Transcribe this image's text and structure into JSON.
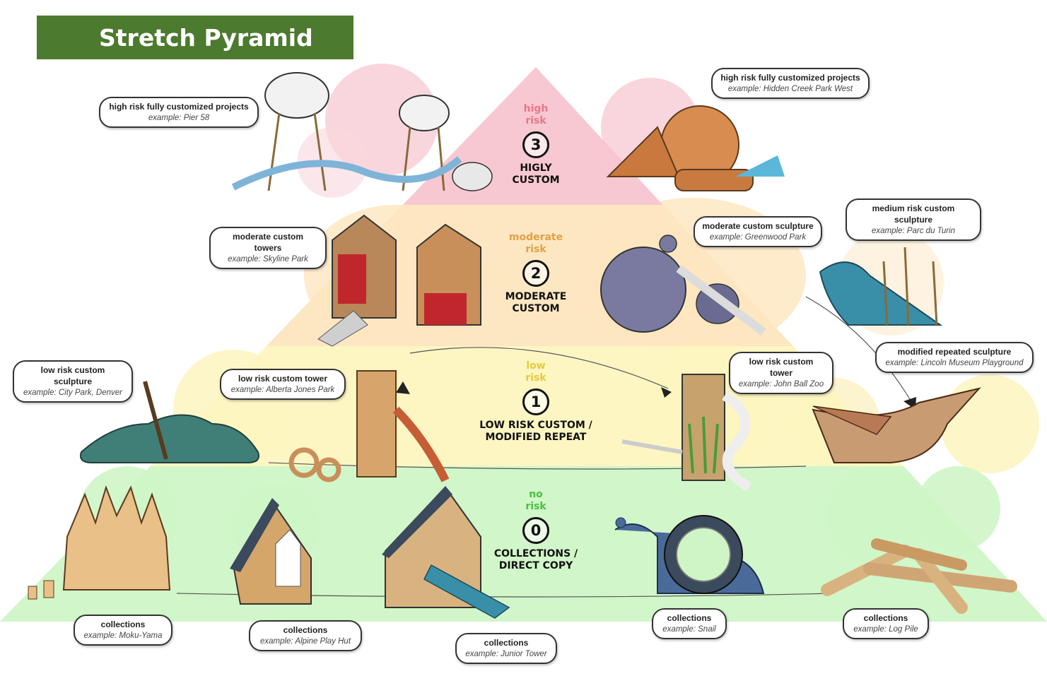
{
  "title": "Stretch Pyramid",
  "colors": {
    "title_bg": "#4c7a2e",
    "high_risk": "#e8788c",
    "moderate_risk": "#e3a043",
    "low_risk": "#e8c93a",
    "no_risk": "#49c23d",
    "tier3_band": "#f7c5cf",
    "tier2_band": "#fde6bf",
    "tier1_band": "#fdf5c0",
    "tier0_band": "#cff5c6"
  },
  "tiers": [
    {
      "risk": "high risk",
      "number": "3",
      "name_line1": "HIGLY",
      "name_line2": "CUSTOM"
    },
    {
      "risk": "moderate risk",
      "number": "2",
      "name_line1": "MODERATE",
      "name_line2": "CUSTOM"
    },
    {
      "risk": "low risk",
      "number": "1",
      "name_line1": "LOW RISK CUSTOM /",
      "name_line2": "MODIFIED REPEAT"
    },
    {
      "risk": "no risk",
      "number": "0",
      "name_line1": "COLLECTIONS /",
      "name_line2": "DIRECT COPY"
    }
  ],
  "callouts": [
    {
      "title": "high risk fully customized projects",
      "example": "example: Pier 58"
    },
    {
      "title": "high risk fully customized projects",
      "example": "example: Hidden Creek Park West"
    },
    {
      "title": "moderate custom towers",
      "example": "example: Skyline Park"
    },
    {
      "title": "moderate custom sculpture",
      "example": "example: Greenwood Park"
    },
    {
      "title": "medium risk custom sculpture",
      "example": "example: Parc du Turin"
    },
    {
      "title": "low risk custom sculpture",
      "example": "example: City Park, Denver"
    },
    {
      "title": "low risk custom tower",
      "example": "example: Alberta Jones Park"
    },
    {
      "title": "low risk custom tower",
      "example": "example: John Ball Zoo"
    },
    {
      "title": "modified repeated sculpture",
      "example": "example: Lincoln Museum Playground"
    },
    {
      "title": "collections",
      "example": "example: Moku-Yama"
    },
    {
      "title": "collections",
      "example": "example: Alpine Play Hut"
    },
    {
      "title": "collections",
      "example": "example: Junior Tower"
    },
    {
      "title": "collections",
      "example": "example: Snail"
    },
    {
      "title": "collections",
      "example": "example: Log Pile"
    }
  ],
  "illustrations": [
    "jellyfish-towers-illustration",
    "wooden-giant-sculpture-illustration",
    "red-treehouse-towers-illustration",
    "bear-sculpture-illustration",
    "blue-bird-sculpture-illustration",
    "dinosaur-sculpture-illustration",
    "wood-tower-illustration",
    "green-slide-tower-illustration",
    "red-bird-sculpture-illustration",
    "moku-yama-illustration",
    "alpine-hut-illustration",
    "junior-tower-illustration",
    "snail-illustration",
    "log-pile-illustration"
  ]
}
